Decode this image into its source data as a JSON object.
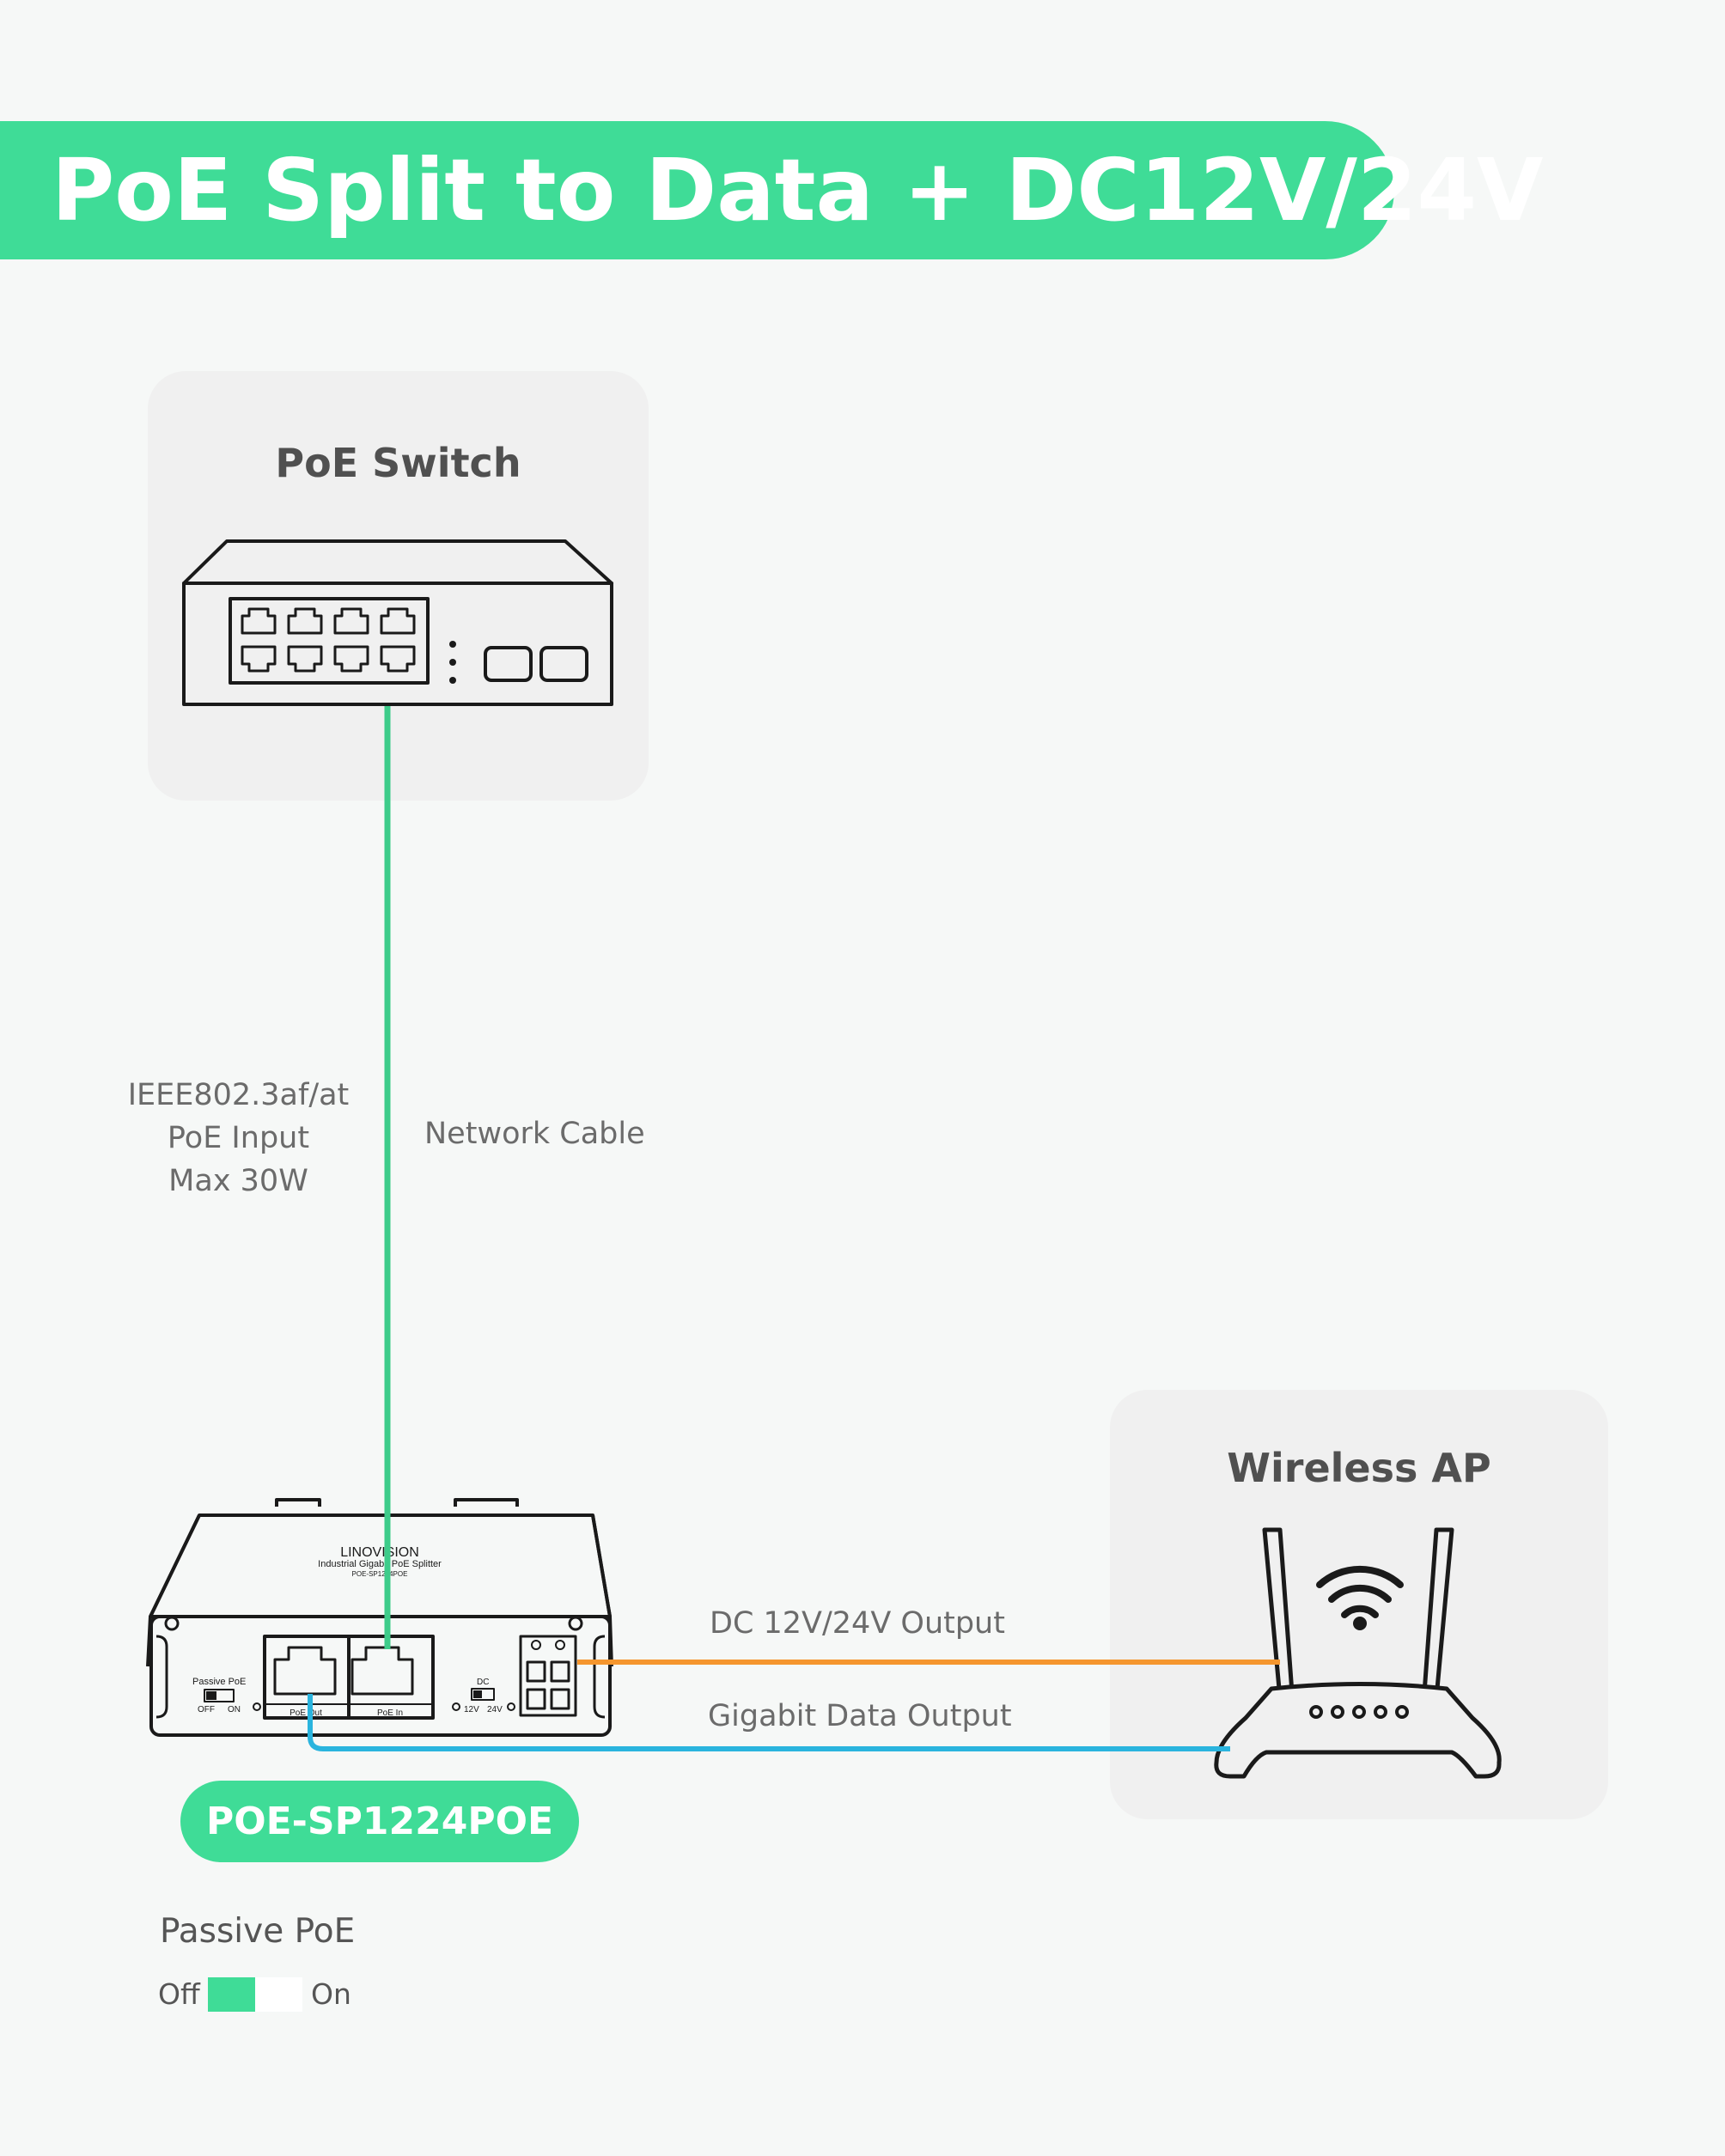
{
  "header": {
    "title": "PoE Split to Data + DC12V/24V"
  },
  "switch_card": {
    "title": "PoE Switch"
  },
  "ap_card": {
    "title": "Wireless AP"
  },
  "cable": {
    "name": "Network Cable",
    "input_line1": "IEEE802.3af/at",
    "input_line2": "PoE Input",
    "input_line3": "Max 30W"
  },
  "outputs": {
    "dc": "DC 12V/24V Output",
    "data": "Gigabit Data Output"
  },
  "splitter": {
    "brand": "LINOVISION",
    "subtitle": "Industrial Gigabit PoE Splitter",
    "model_small": "POE-SP1224POE",
    "passive_label": "Passive PoE",
    "off_small": "OFF",
    "on_small": "ON",
    "dc_label": "DC",
    "v12": "12V",
    "v24": "24V",
    "port_out": "PoE Out",
    "port_in": "PoE In"
  },
  "model": {
    "name": "POE-SP1224POE"
  },
  "passive_poe": {
    "title": "Passive PoE",
    "off": "Off",
    "on": "On",
    "state": "Off"
  },
  "colors": {
    "brand_green": "#3fdc97",
    "cable_green": "#3dcc8a",
    "data_blue": "#2ab4de",
    "dc_orange": "#f5962e"
  }
}
